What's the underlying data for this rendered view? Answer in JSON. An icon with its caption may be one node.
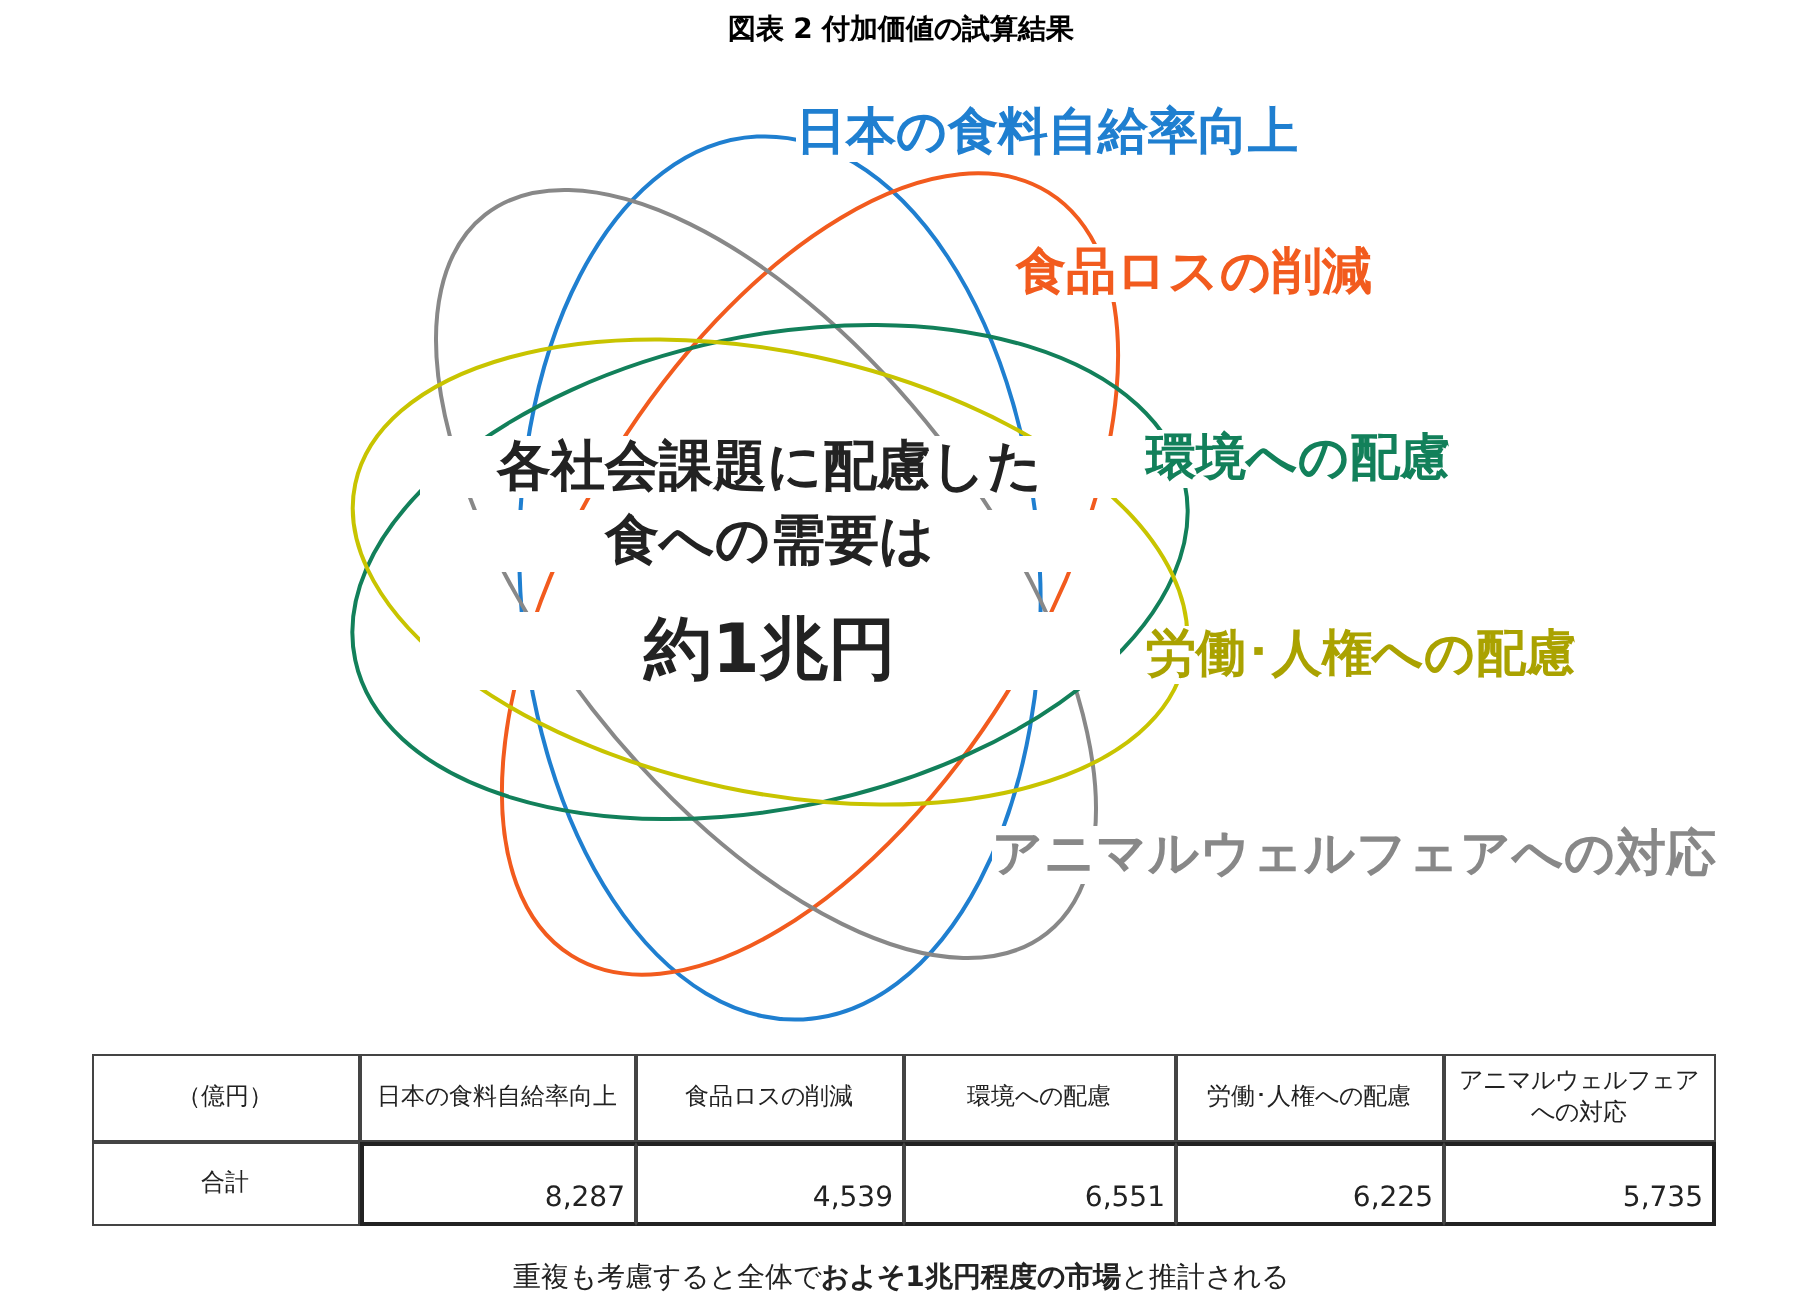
{
  "diagram": {
    "title": "図表 2 付加価値の試算結果",
    "caption": "重複も考慮すると全体で**およそ1兆円程度の市場**と推計される",
    "labels": [
      "日本の食料自給率向上",
      "食品ロスの削減",
      "環境への配慮",
      "労働･人権への配慮",
      "アニマルウェルフェアへの対応",
      "各社会課題に配慮した",
      "食への需要は",
      "約1兆円",
      "（億円）",
      "日本の食料自給率向上",
      "食品ロスの削減",
      "環境への配慮",
      "労働･人権への配慮",
      "アニマルウェルフェアへの対応",
      "合計",
      "8,287",
      "4,539",
      "6,551",
      "6,225",
      "5,735"
    ]
  }
}
